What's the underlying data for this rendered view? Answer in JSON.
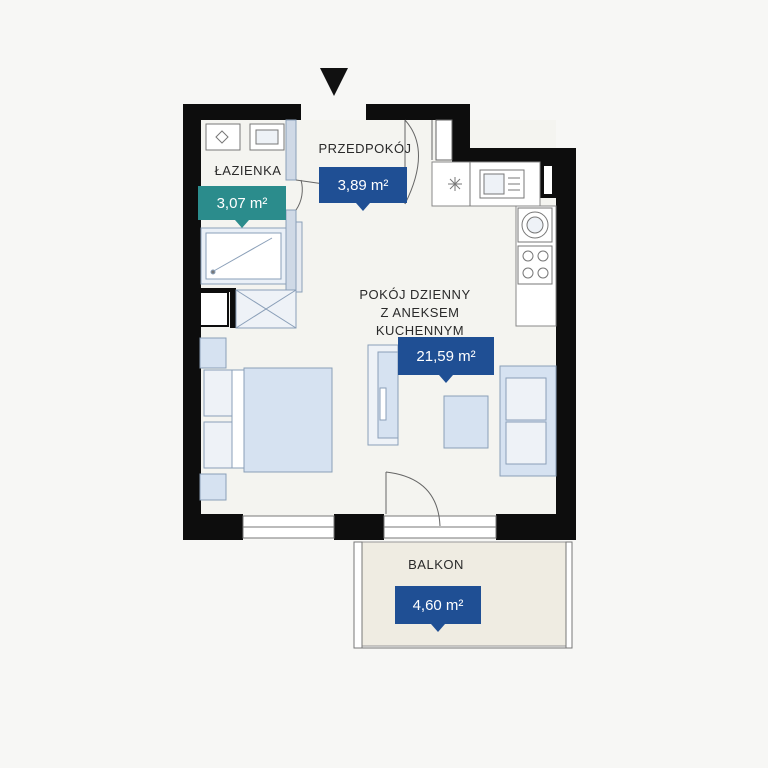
{
  "colors": {
    "wall": "#0d0d0d",
    "floor": "#f4f4f0",
    "furniture_fill": "#d6e2f1",
    "furniture_stroke": "#8a9fb8",
    "badge_blue": "#1f4f94",
    "badge_teal": "#2b8c8c",
    "balcony_floor": "#efece2"
  },
  "entrance": {
    "icon": "entrance-arrow-icon"
  },
  "rooms": {
    "bathroom": {
      "label": "ŁAZIENKA",
      "area": "3,07 m²"
    },
    "hall": {
      "label": "PRZEDPOKÓJ",
      "area": "3,89 m²"
    },
    "living": {
      "label_line1": "POKÓJ DZIENNY",
      "label_line2": "Z ANEKSEM KUCHENNYM",
      "area": "21,59 m²"
    },
    "balcony": {
      "label": "BALKON",
      "area": "4,60 m²"
    }
  },
  "icons": {
    "toilet": "toilet-icon",
    "sink": "sink-icon",
    "bathtub": "bathtub-icon",
    "fridge": "fridge-icon",
    "kitchen_sink": "kitchen-sink-icon",
    "washer": "washing-machine-icon",
    "cooktop": "cooktop-icon"
  }
}
